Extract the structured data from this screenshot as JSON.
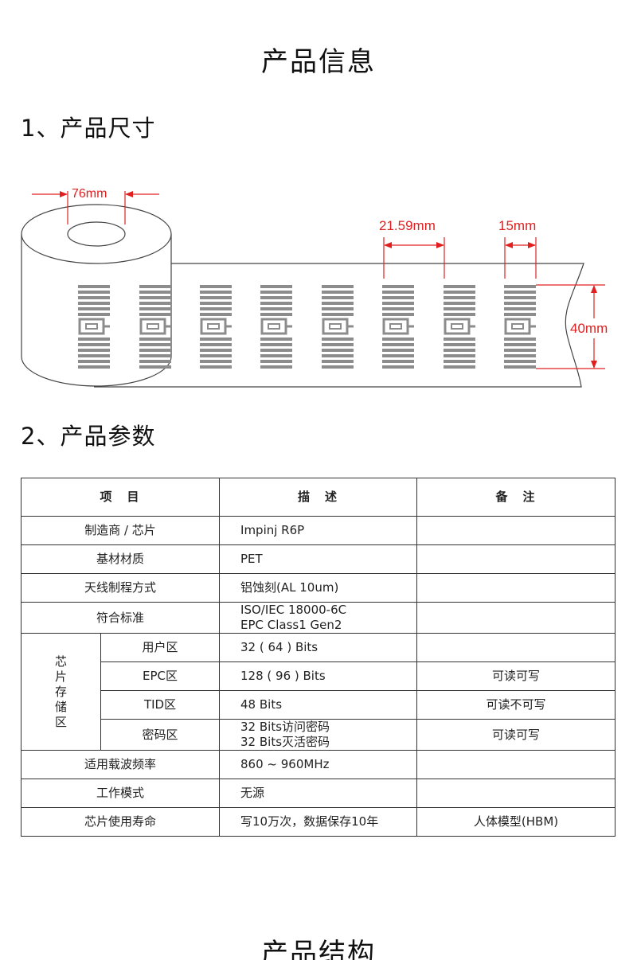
{
  "titles": {
    "main": "产品信息",
    "section1": "1、产品尺寸",
    "section2": "2、产品参数",
    "bottom": "产品结构"
  },
  "diagram": {
    "core_label": "76mm",
    "pitch_label": "21.59mm",
    "width_label": "15mm",
    "height_label": "40mm",
    "colors": {
      "dimension": "#e02020",
      "antenna": "#8c8c8c",
      "outline": "#444444"
    }
  },
  "table": {
    "headers": [
      "项　目",
      "描　述",
      "备　注"
    ],
    "rows": {
      "r1": {
        "label": "制造商 / 芯片",
        "desc": "Impinj R6P",
        "note": ""
      },
      "r2": {
        "label": "基材材质",
        "desc": "PET",
        "note": ""
      },
      "r3": {
        "label": "天线制程方式",
        "desc": "铝蚀刻(AL 10um)",
        "note": ""
      },
      "r4": {
        "label": "符合标准",
        "desc1": "ISO/IEC 18000-6C",
        "desc2": "EPC Class1 Gen2",
        "note": ""
      },
      "memory_group": "芯片存储区",
      "m1": {
        "label": "用户区",
        "desc": "32 ( 64 ) Bits",
        "note": ""
      },
      "m2": {
        "label": "EPC区",
        "desc": "128 ( 96 )  Bits",
        "note": "可读可写"
      },
      "m3": {
        "label": "TID区",
        "desc": "48 Bits",
        "note": "可读不可写"
      },
      "m4": {
        "label": "密码区",
        "desc1": "32 Bits访问密码",
        "desc2": "32 Bits灭活密码",
        "note": "可读可写"
      },
      "r5": {
        "label": "适用载波频率",
        "desc": "860 ~ 960MHz",
        "note": ""
      },
      "r6": {
        "label": "工作模式",
        "desc": "无源",
        "note": ""
      },
      "r7": {
        "label": "芯片使用寿命",
        "desc": "写10万次，数据保存10年",
        "note": "人体模型(HBM)"
      }
    }
  }
}
